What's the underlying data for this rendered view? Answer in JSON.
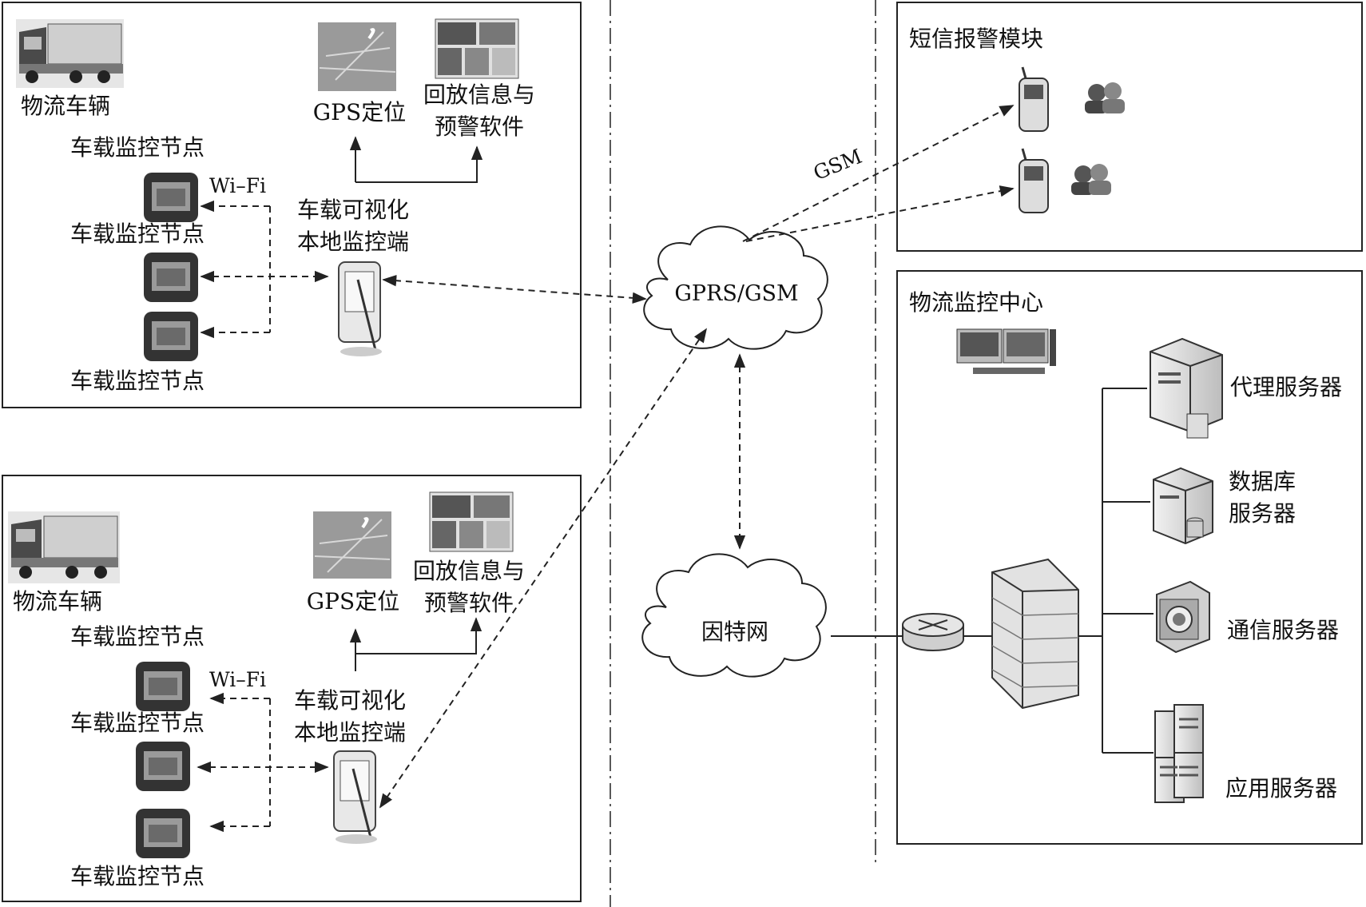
{
  "vehicle_group": {
    "vehicle_label": "物流车辆",
    "node_label": "车载监控节点",
    "wifi_label": "Wi–Fi",
    "gps_label": "GPS定位",
    "playback_label_line1": "回放信息与",
    "playback_label_line2": "预警软件",
    "terminal_label_line1": "车载可视化",
    "terminal_label_line2": "本地监控端"
  },
  "network": {
    "gprs_gsm_label": "GPRS/GSM",
    "internet_label": "因特网",
    "gsm_label": "GSM"
  },
  "sms_module": {
    "title": "短信报警模块"
  },
  "monitor_center": {
    "title": "物流监控中心",
    "proxy_server": "代理服务器",
    "db_server_line1": "数据库",
    "db_server_line2": "服务器",
    "comm_server": "通信服务器",
    "app_server": "应用服务器"
  },
  "colors": {
    "line": "#222222",
    "device_dark": "#3a3a3a",
    "panel_gray": "#d9d9d9"
  }
}
